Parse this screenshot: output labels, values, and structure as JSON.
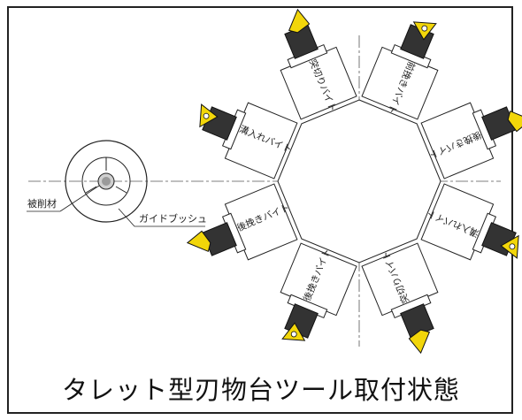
{
  "labels": {
    "workpiece": "被削材",
    "guide_bush": "ガイドブッシュ"
  },
  "tool_labels": [
    "突切りバイト",
    "前挽きバイト",
    "後挽きバイト",
    "溝入れバイト",
    "突切りバイト",
    "後挽きバイト",
    "後挽きバイト",
    "溝入れバイト"
  ],
  "caption": "タレット型刃物台ツール取付状態",
  "colors": {
    "insert": "#f2d60a",
    "holder": "#333333",
    "line": "#222222"
  }
}
